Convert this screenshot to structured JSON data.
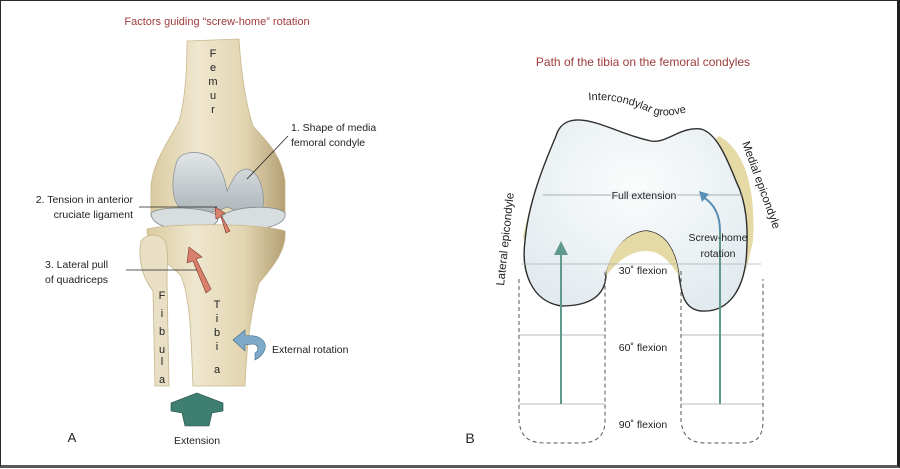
{
  "panel_a": {
    "letter": "A",
    "title": "Factors guiding “screw-home” rotation",
    "bones": {
      "femur": [
        "F",
        "e",
        "m",
        "u",
        "r"
      ],
      "tibia": [
        "T",
        "i",
        "b",
        "i",
        "a"
      ],
      "fibula": [
        "F",
        "i",
        "b",
        "u",
        "l",
        "a"
      ]
    },
    "labels": {
      "factor1_line1": "1. Shape of media",
      "factor1_line2": "femoral condyle",
      "factor2_line1": "2. Tension in anterior",
      "factor2_line2": "cruciate ligament",
      "factor3_line1": "3. Lateral pull",
      "factor3_line2": "of quadriceps",
      "external_rotation": "External rotation",
      "extension": "Extension"
    },
    "colors": {
      "bone": "#e6dcc0",
      "bone_shadow": "#b8a47a",
      "cartilage": "#c9cfd2",
      "force_arrow": "#d9806c",
      "rotation_arrow": "#7fa9c9",
      "extension_marker": "#3f7f72"
    }
  },
  "panel_b": {
    "letter": "B",
    "title": "Path of the tibia on the femoral condyles",
    "labels": {
      "intercondylar_groove": "Intercondylar groove",
      "lateral_epicondyle": "Lateral epicondyle",
      "medial_epicondyle": "Medial epicondyle",
      "full_extension": "Full extension",
      "screw_home_line1": "Screw-home",
      "screw_home_line2": "rotation",
      "flexion_30": "30˚ flexion",
      "flexion_60": "60˚ flexion",
      "flexion_90": "90˚ flexion"
    },
    "colors": {
      "condyle_fill": "#eef3f5",
      "epicondyle": "#e5d9a6",
      "path_arrow": "#5f9a8c",
      "rotation_arrow": "#5b8fb5",
      "title": "#9e3b3b"
    }
  }
}
